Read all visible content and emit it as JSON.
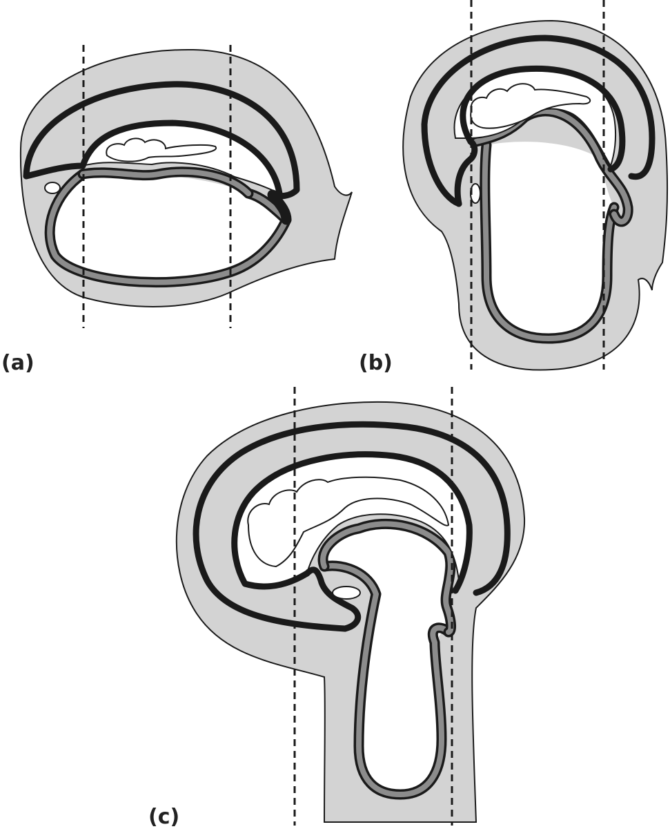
{
  "figure": {
    "panels": [
      {
        "id": "a",
        "label": "(a)"
      },
      {
        "id": "b",
        "label": "(b)"
      },
      {
        "id": "c",
        "label": "(c)"
      }
    ],
    "colors": {
      "tissue_fill": "#d3d3d3",
      "heavy_outline": "#1a1a1a",
      "inner_tube": "#8c8c8c",
      "cavity": "#ffffff"
    }
  }
}
